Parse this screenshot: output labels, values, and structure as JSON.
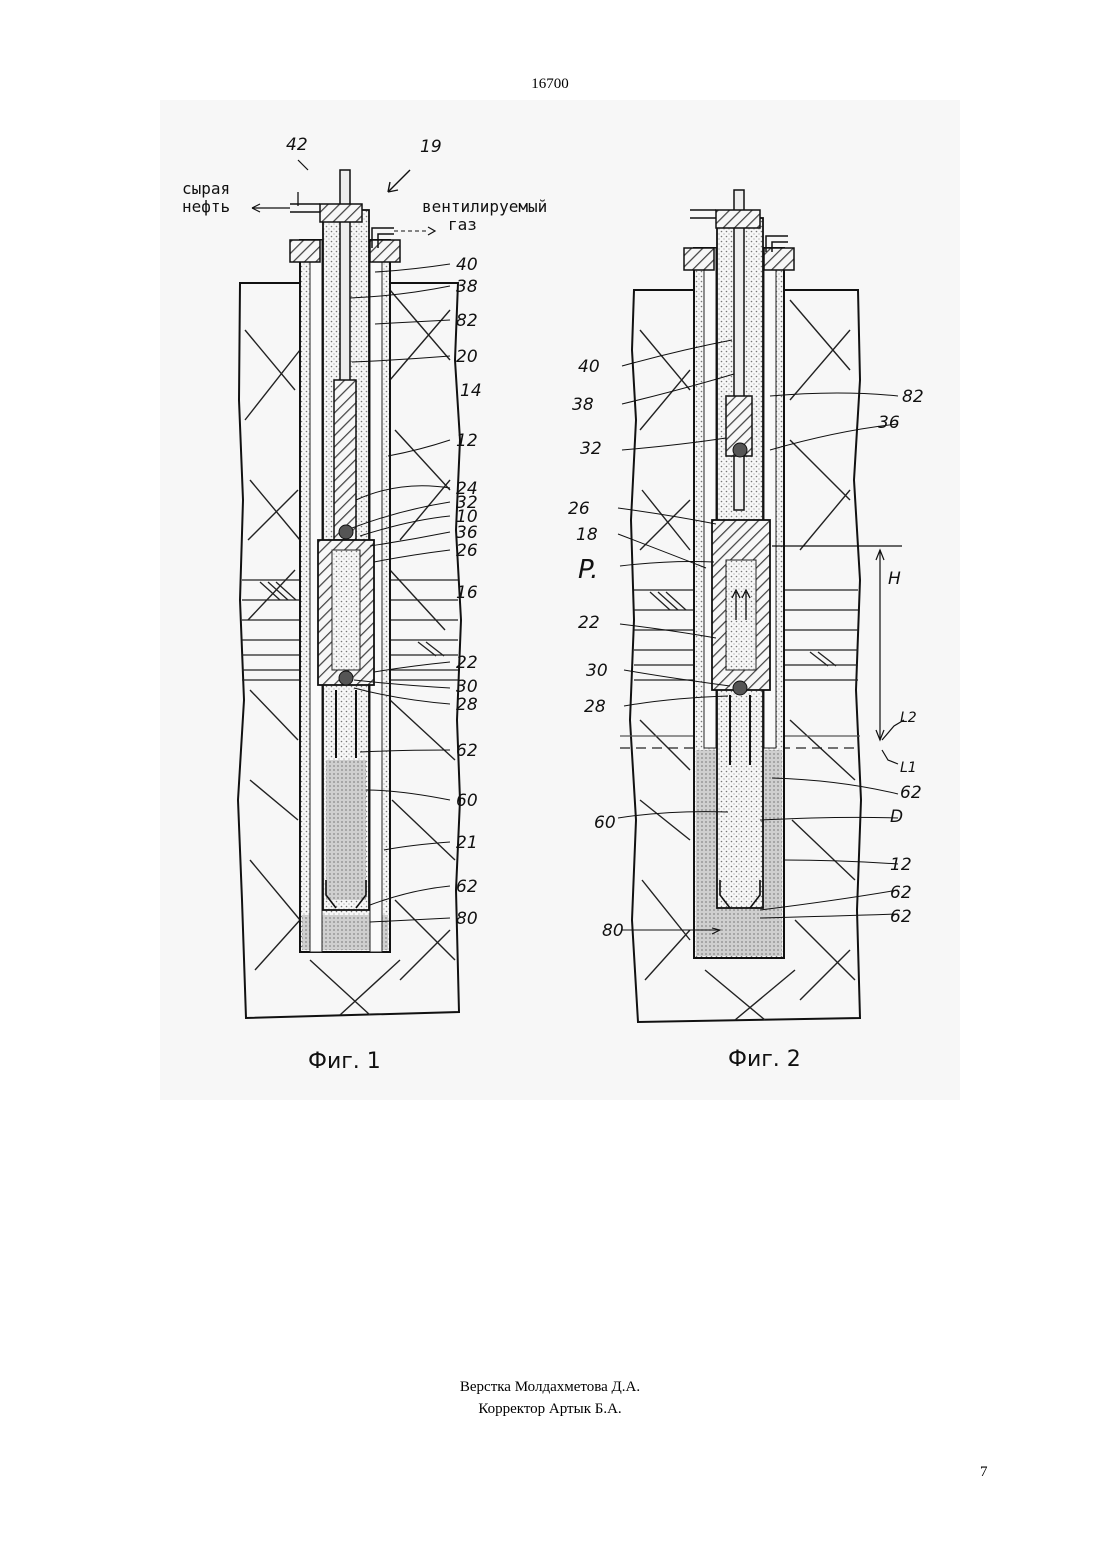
{
  "document": {
    "number": "16700",
    "page_number": "7"
  },
  "credits": {
    "layout": "Верстка Молдахметова Д.А.",
    "corrector": "Корректор Артык Б.А."
  },
  "figure1": {
    "caption": "Фиг. 1",
    "text_crude_oil_1": "сырая",
    "text_crude_oil_2": "нефть",
    "text_vent_gas_1": "вентилируемый",
    "text_vent_gas_2": "газ",
    "labels": [
      "42",
      "19",
      "40",
      "38",
      "82",
      "20",
      "14",
      "12",
      "24",
      "32",
      "10",
      "36",
      "26",
      "16",
      "22",
      "30",
      "28",
      "62",
      "60",
      "21",
      "62",
      "80"
    ]
  },
  "figure2": {
    "caption": "Фиг. 2",
    "labels": [
      "40",
      "38",
      "32",
      "26",
      "18",
      "P.",
      "22",
      "30",
      "28",
      "60",
      "80",
      "82",
      "36",
      "H",
      "L2",
      "L1",
      "62",
      "D",
      "12",
      "62",
      "62"
    ]
  }
}
